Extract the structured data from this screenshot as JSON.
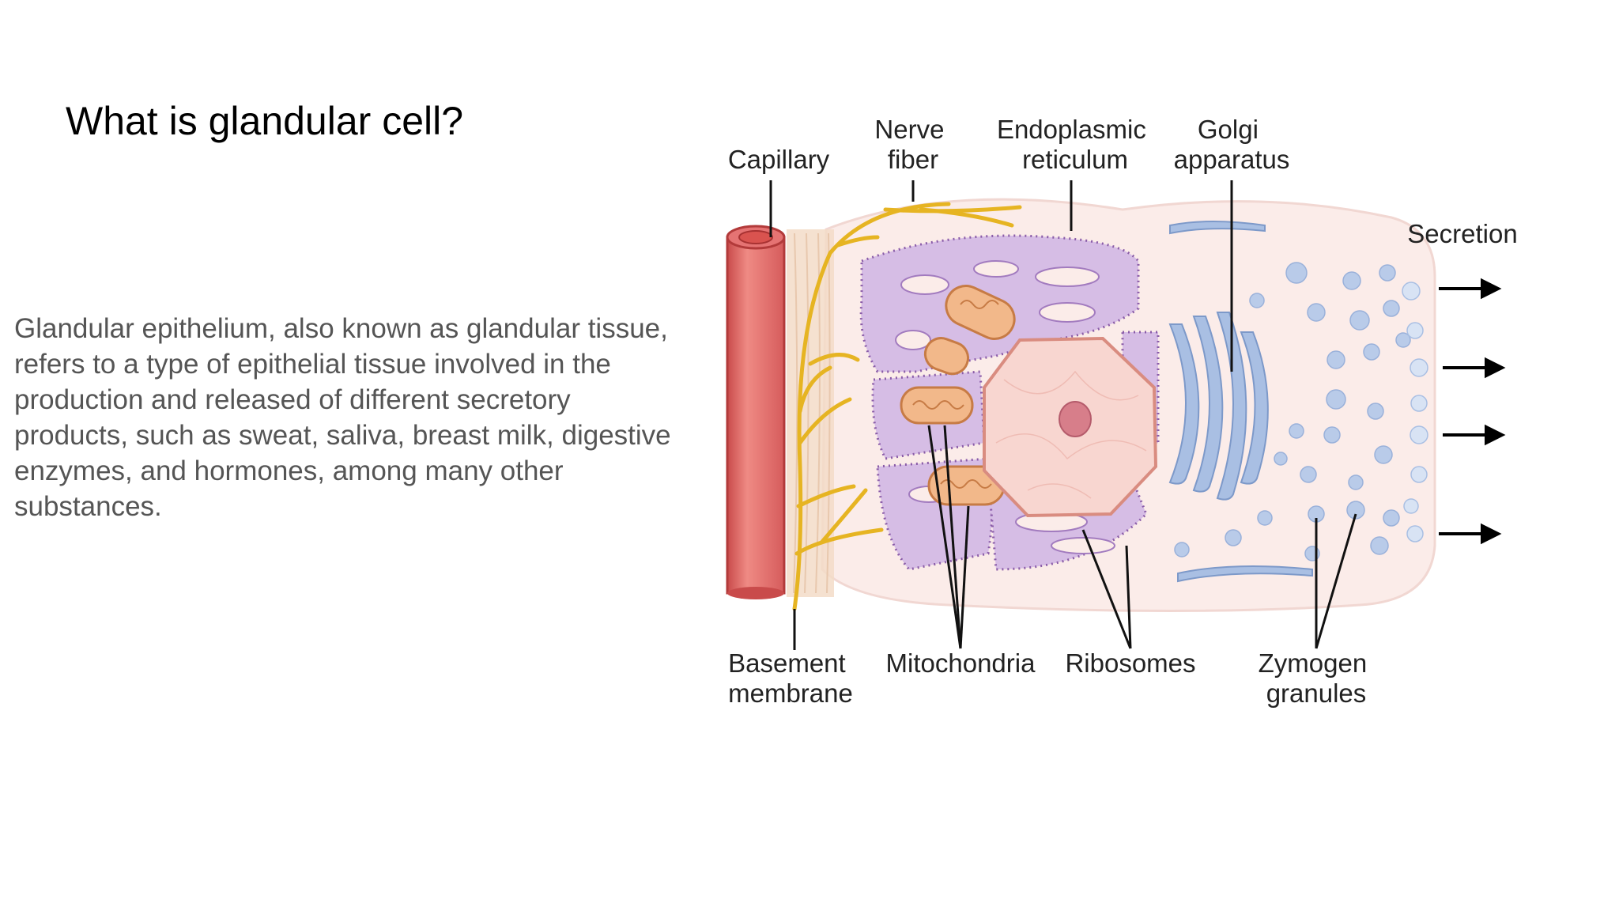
{
  "slide": {
    "title": "What is glandular cell?",
    "body": "Glandular epithelium, also known as glandular tissue, refers to a type of epithelial tissue involved in the production and released of different secretory products, such as sweat, saliva, breast milk, digestive enzymes, and hormones, among many other substances."
  },
  "diagram": {
    "labels": {
      "capillary": "Capillary",
      "nerve_fiber": [
        "Nerve",
        "fiber"
      ],
      "endoplasmic_reticulum": [
        "Endoplasmic",
        "reticulum"
      ],
      "golgi_apparatus": [
        "Golgi",
        "apparatus"
      ],
      "secretion": "Secretion",
      "basement_membrane": [
        "Basement",
        "membrane"
      ],
      "mitochondria": "Mitochondria",
      "ribosomes": "Ribosomes",
      "zymogen_granules": [
        "Zymogen",
        "granules"
      ]
    },
    "colors": {
      "capillary": "#e57373",
      "nerve": "#e6b422",
      "er": "#c7a6d8",
      "mitochondria": "#f2b88a",
      "nucleus": "#f8d6d0",
      "golgi": "#a9bfe3",
      "cell": "#fcefec"
    }
  }
}
